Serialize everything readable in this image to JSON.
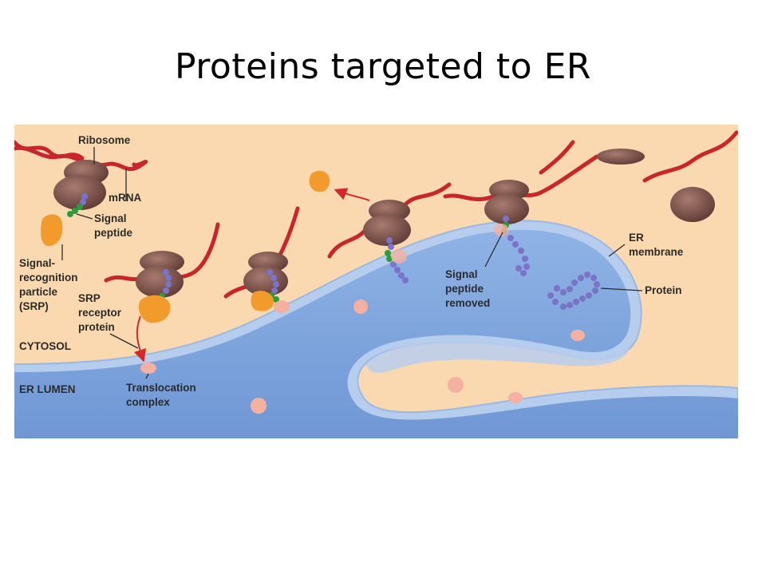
{
  "slide": {
    "title": "Proteins targeted to ER"
  },
  "figure": {
    "labels": {
      "ribosome": "Ribosome",
      "mrna": "mRNA",
      "signal_peptide_1": "Signal",
      "signal_peptide_2": "peptide",
      "srp_1": "Signal-",
      "srp_2": "recognition",
      "srp_3": "particle",
      "srp_4": "(SRP)",
      "srp_receptor_1": "SRP",
      "srp_receptor_2": "receptor",
      "srp_receptor_3": "protein",
      "cytosol": "CYTOSOL",
      "er_lumen": "ER LUMEN",
      "translocation_1": "Translocation",
      "translocation_2": "complex",
      "signal_removed_1": "Signal",
      "signal_removed_2": "peptide",
      "signal_removed_3": "removed",
      "er_membrane_1": "ER",
      "er_membrane_2": "membrane",
      "protein": "Protein"
    },
    "colors": {
      "cytosol": "#fad9b0",
      "er_lumen": "#7fa6dc",
      "er_membrane": "#b7cdee",
      "ribosome": "#7a4e48",
      "mrna": "#c9252c",
      "srp": "#f39a2c",
      "polypeptide": "#7a73c8",
      "signal_peptide": "#2e9b3a",
      "translocon": "#f4b0a0",
      "arrow": "#d3282c"
    }
  }
}
